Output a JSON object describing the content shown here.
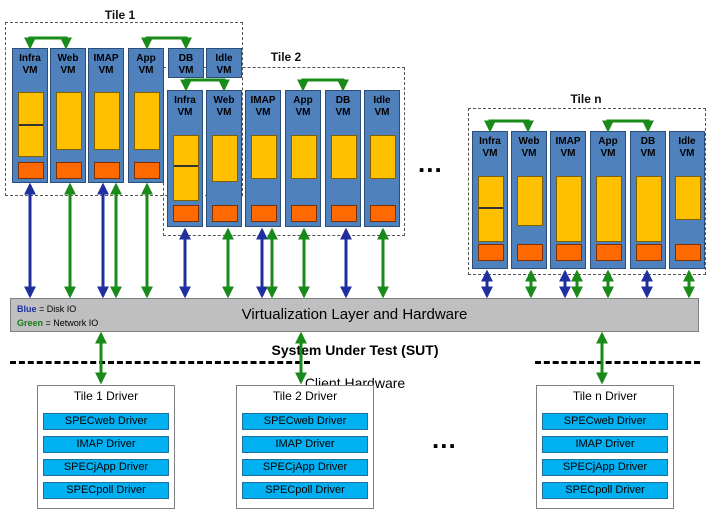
{
  "tiles": [
    {
      "title": "Tile 1",
      "vms": [
        "Infra\nVM",
        "Web\nVM",
        "IMAP\nVM",
        "App\nVM",
        "DB\nVM",
        "Idle\nVM"
      ]
    },
    {
      "title": "Tile 2",
      "vms": [
        "Infra\nVM",
        "Web\nVM",
        "IMAP\nVM",
        "App\nVM",
        "DB\nVM",
        "Idle\nVM"
      ]
    },
    {
      "title": "Tile n",
      "vms": [
        "Infra\nVM",
        "Web\nVM",
        "IMAP\nVM",
        "App\nVM",
        "DB\nVM",
        "Idle\nVM"
      ]
    }
  ],
  "ellipsis": "...",
  "virtualization": {
    "title": "Virtualization Layer and Hardware",
    "legend_blue_word": "Blue",
    "legend_blue_text": " = Disk IO",
    "legend_green_word": "Green",
    "legend_green_text": " = Network IO"
  },
  "sut_label": "System Under Test (SUT)",
  "client_label": "Client Hardware",
  "drivers": [
    {
      "title": "Tile 1 Driver",
      "items": [
        "SPECweb Driver",
        "IMAP Driver",
        "SPECjApp Driver",
        "SPECpoll Driver"
      ]
    },
    {
      "title": "Tile 2 Driver",
      "items": [
        "SPECweb Driver",
        "IMAP Driver",
        "SPECjApp Driver",
        "SPECpoll Driver"
      ]
    },
    {
      "title": "Tile n Driver",
      "items": [
        "SPECweb Driver",
        "IMAP Driver",
        "SPECjApp Driver",
        "SPECpoll Driver"
      ]
    }
  ],
  "colors": {
    "vm_blue": "#4f81bd",
    "disk_io": "#1f2f9f",
    "network_io": "#1a8a1a",
    "driver_cyan": "#00b0f0",
    "layer_gray": "#bfbfbf"
  }
}
